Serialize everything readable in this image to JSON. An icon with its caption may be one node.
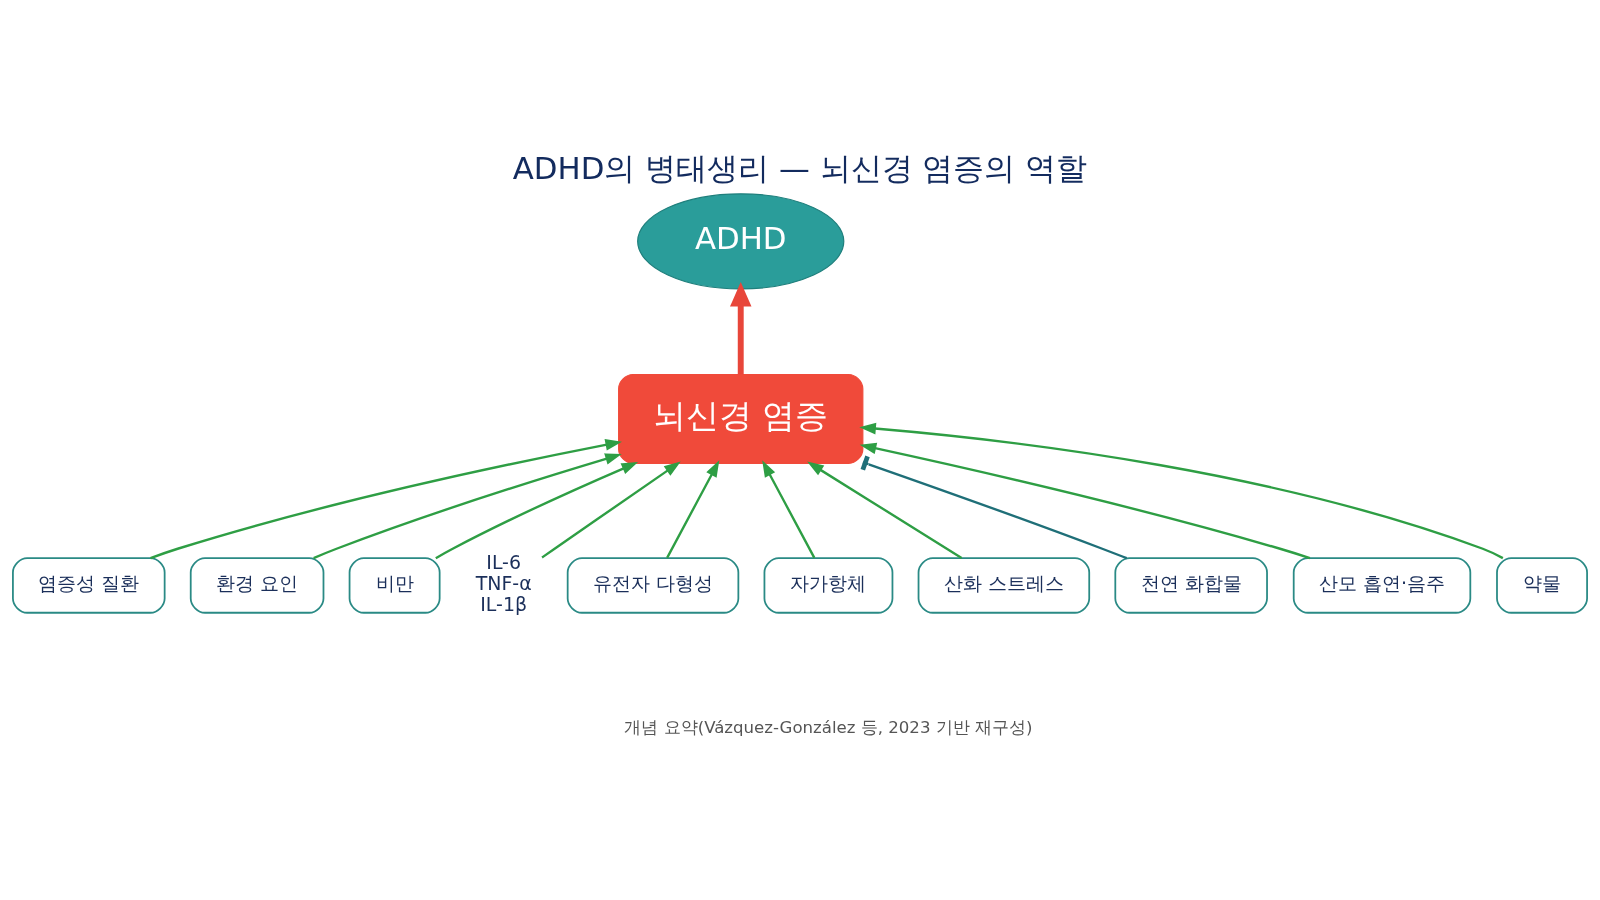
{
  "diagram": {
    "title": "ADHD의 병태생리 — 뇌신경 염증의 역할",
    "caption": "개념 요약(Vázquez-González 등, 2023 기반 재구성)",
    "nodes": [
      {
        "text": [
          "뇌신경 염증"
        ]
      },
      {
        "text": [
          "ADHD"
        ]
      },
      {
        "text": [
          "염증성 질환"
        ]
      },
      {
        "text": [
          "환경 요인"
        ]
      },
      {
        "text": [
          "비만"
        ]
      },
      {
        "text": [
          "IL-6",
          "TNF-α",
          "IL-1β"
        ]
      },
      {
        "text": [
          "유전자 다형성"
        ]
      },
      {
        "text": [
          "자가항체"
        ]
      },
      {
        "text": [
          "산화 스트레스"
        ]
      },
      {
        "text": [
          "천연 화합물"
        ]
      },
      {
        "text": [
          "산모 흡연·음주"
        ]
      },
      {
        "text": [
          "약물"
        ]
      }
    ],
    "edges": [
      {
        "from": 0,
        "to": 1,
        "arrow": "to",
        "style": "thick",
        "color": "#e8463a"
      },
      {
        "from": 2,
        "to": 0,
        "arrow": "to"
      },
      {
        "from": 3,
        "to": 0,
        "arrow": "to"
      },
      {
        "from": 4,
        "to": 0,
        "arrow": "to"
      },
      {
        "from": 5,
        "to": 0,
        "arrow": "to"
      },
      {
        "from": 6,
        "to": 0,
        "arrow": "to"
      },
      {
        "from": 7,
        "to": 0,
        "arrow": "to"
      },
      {
        "from": 8,
        "to": 0,
        "arrow": "to"
      },
      {
        "from": 9,
        "to": 0,
        "arrow": "other",
        "color": "#1f6f78"
      },
      {
        "from": 10,
        "to": 0,
        "arrow": "to"
      },
      {
        "from": 11,
        "to": 0,
        "arrow": "to"
      }
    ]
  }
}
